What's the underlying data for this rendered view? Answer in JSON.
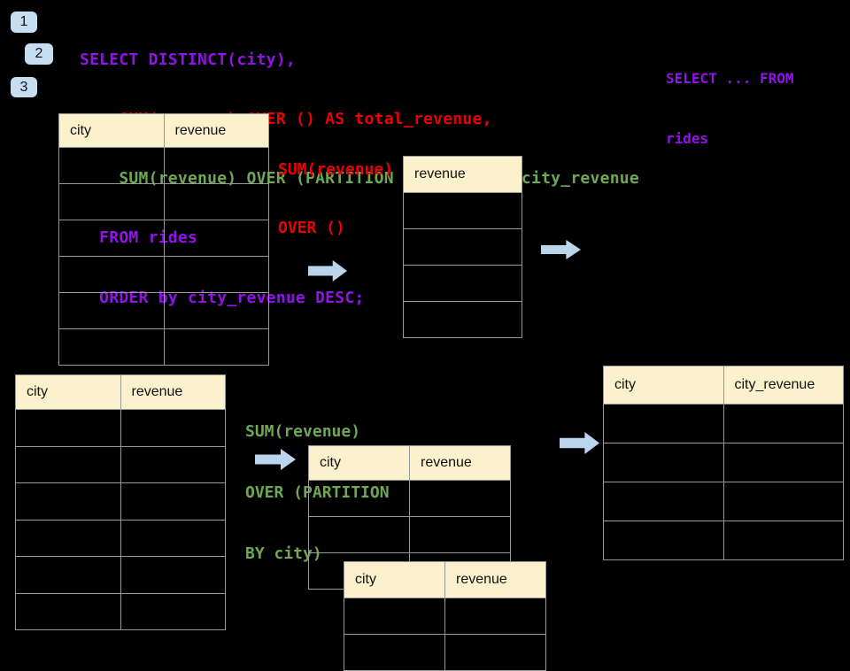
{
  "colors": {
    "background": "#000000",
    "sql_purple": "#9013E8",
    "sql_red": "#EE0000",
    "sql_green": "#6FA855",
    "arrow_fill": "#BAD5EC",
    "badge_bg": "#C7DDF1",
    "badge_text": "#111111",
    "table_header_bg": "#FCF1CD",
    "table_border": "#989898",
    "table_header_text": "#111111"
  },
  "step_badges": [
    "1",
    "2",
    "3"
  ],
  "sql_code": {
    "lines": [
      {
        "text": "SELECT DISTINCT(city),",
        "color": "sql_purple"
      },
      {
        "text": "    SUM(revenue) OVER () AS total_revenue,",
        "color": "sql_red"
      },
      {
        "text": "    SUM(revenue) OVER (PARTITION BY city) as city_revenue",
        "color": "sql_green"
      },
      {
        "text": "  FROM rides",
        "color": "sql_purple"
      },
      {
        "text": "  ORDER by city_revenue DESC;",
        "color": "sql_purple"
      }
    ]
  },
  "from_note": {
    "line1": "SELECT ... FROM",
    "line2": "rides",
    "color": "sql_purple"
  },
  "annotations": {
    "total_window": {
      "line1": "SUM(revenue)",
      "line2": "OVER ()",
      "color": "sql_red"
    },
    "partition_window": {
      "line1": "SUM(revenue)",
      "line2": "OVER (PARTITION",
      "line3": "BY city)",
      "color": "sql_green"
    }
  },
  "tables": {
    "source_total": {
      "headers": [
        "city",
        "revenue"
      ],
      "empty_rows": 6
    },
    "total_revenue_result": {
      "headers": [
        "revenue"
      ],
      "empty_rows": 4
    },
    "source_partition": {
      "headers": [
        "city",
        "revenue"
      ],
      "empty_rows": 6
    },
    "partition_step": {
      "headers": [
        "city",
        "revenue"
      ],
      "empty_rows": 3
    },
    "partition_step_overlay": {
      "headers": [
        "city",
        "revenue"
      ],
      "empty_rows": 2
    },
    "city_revenue_result": {
      "headers": [
        "city",
        "city_revenue"
      ],
      "empty_rows": 4
    }
  }
}
